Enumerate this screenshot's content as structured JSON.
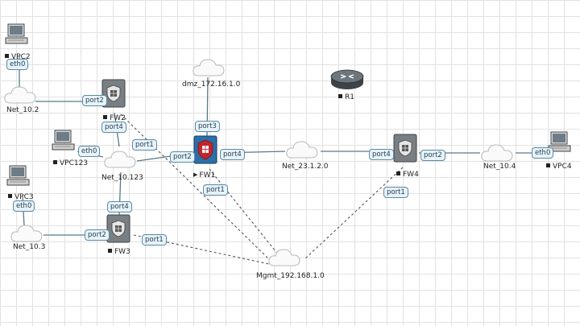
{
  "devices": {
    "vpc2": {
      "label": "VPC2",
      "port": "eth0"
    },
    "vpc123": {
      "label": "VPC123",
      "port": "eth0"
    },
    "vpc3": {
      "label": "VPC3",
      "port": "eth0"
    },
    "vpc4": {
      "label": "VPC4",
      "port": "eth0"
    },
    "fw1": {
      "label": "FW1",
      "status": "running",
      "ports": {
        "port2": "port2",
        "port3": "port3",
        "port4": "port4",
        "port1": "port1"
      }
    },
    "fw2": {
      "label": "FW2",
      "ports": {
        "port2": "port2",
        "port4": "port4",
        "port1": "port1"
      }
    },
    "fw3": {
      "label": "FW3",
      "ports": {
        "port2": "port2",
        "port4": "port4",
        "port1": "port1"
      }
    },
    "fw4": {
      "label": "FW4",
      "ports": {
        "port4": "port4",
        "port2": "port2",
        "port1": "port1"
      }
    },
    "r1": {
      "label": "R1"
    }
  },
  "networks": {
    "net_10_2": "Net_10.2",
    "net_10_123": "Net_10.123",
    "net_10_3": "Net_10.3",
    "dmz": "dmz_172.16.1.0",
    "net_23": "Net_23.1.2.0",
    "net_10_4": "Net_10.4",
    "mgmt": "Mgmt_192.168.1.0"
  },
  "colors": {
    "link": "#5a7a88",
    "mgmt_link": "#555555",
    "fw_gray": "#7a7f84",
    "fw1_blue": "#2d6fa8",
    "fw_accent": "#c0272d",
    "port_bg": "#e8f2f8",
    "port_border": "#5b8aa6"
  },
  "icons": {
    "firewall": "firewall-icon",
    "pc": "desktop-pc-icon",
    "cloud": "cloud-icon",
    "router": "router-icon"
  }
}
